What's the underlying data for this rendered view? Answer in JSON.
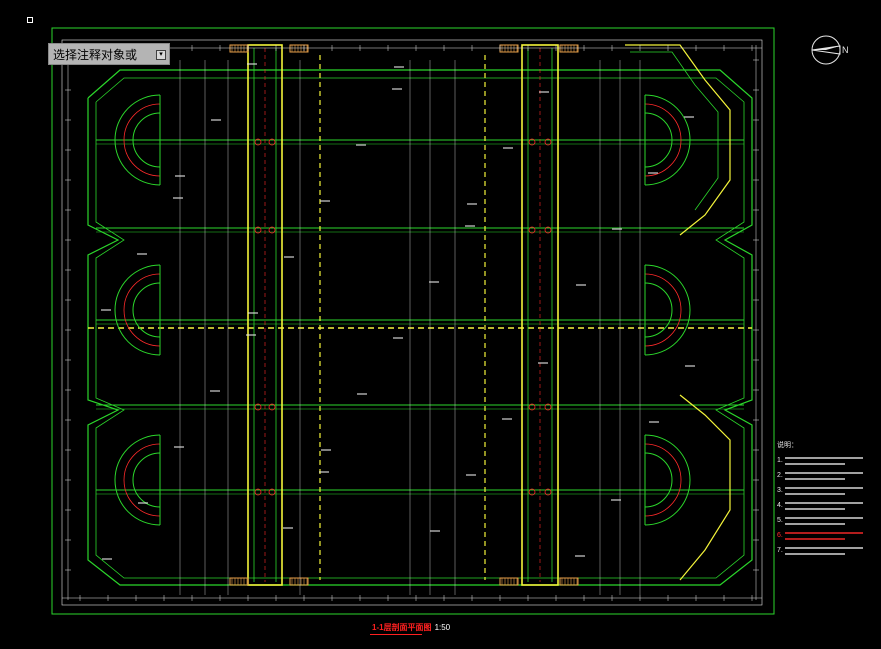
{
  "prompt": {
    "text": "选择注释对象或",
    "dropdown_icon": "dropdown-arrow-icon"
  },
  "drawing": {
    "title": "1-1层剖面平面图",
    "scale": "1:50"
  },
  "compass": {
    "label": "N",
    "icon": "north-arrow-icon"
  },
  "notes": {
    "heading": "说明：",
    "numbers": [
      "1.",
      "2.",
      "3.",
      "4.",
      "5.",
      "6.",
      "7."
    ]
  },
  "colors": {
    "background": "#000000",
    "structure_green": "#2bd62b",
    "highlight_yellow": "#f4f43a",
    "annotation_red": "#ff2a2a",
    "dimension_white": "#e6e6e6",
    "hatch_orange": "#e8a04a"
  }
}
